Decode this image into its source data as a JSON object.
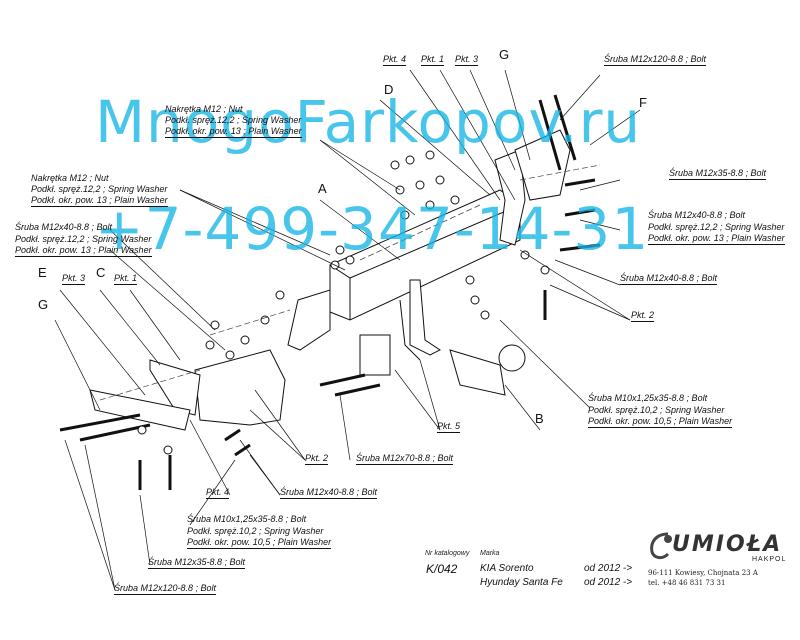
{
  "watermark": {
    "line1": "MnogoFarkopov.ru",
    "line2": "+7-499-347-14-31",
    "color": "#16b5e6"
  },
  "labels": {
    "pkt4_top": "Pkt. 4",
    "pkt1_top": "Pkt. 1",
    "pkt3_top": "Pkt. 3",
    "G_top": "G",
    "bolt_m12x120_top": "Śruba M12x120-8.8 ;  Bolt",
    "D": "D",
    "F": "F",
    "nut_top_1": "Nakrętka  M12 ; Nut",
    "nut_top_2": "Podkł. spręż.12,2 ; Spring Washer",
    "nut_top_3": "Podkł. okr. pow. 13 ; Plain Washer",
    "nut_left_1": "Nakrętka  M12 ; Nut",
    "nut_left_2": "Podkł. spręż.12,2 ; Spring Washer",
    "nut_left_3": "Podkł. okr. pow. 13 ; Plain Washer",
    "A": "A",
    "bolt_m12x35_right": "Śruba M12x35-8.8 ;  Bolt",
    "bolt_m12x40_left_1": "Śruba M12x40-8.8 ;  Bolt",
    "bolt_m12x40_left_2": "Podkł. spręż.12,2 ; Spring Washer",
    "bolt_m12x40_left_3": "Podkł. okr. pow. 13 ; Plain Washer",
    "bolt_m12x40_right_1": "Śruba M12x40-8.8 ;  Bolt",
    "bolt_m12x40_right_2": "Podkł. spręż.12,2 ; Spring Washer",
    "bolt_m12x40_right_3": "Podkł. okr. pow. 13 ; Plain Washer",
    "bolt_m12x40_right_b": "Śruba M12x40-8.8 ;  Bolt",
    "E": "E",
    "pkt3_left": "Pkt. 3",
    "C": "C",
    "pkt1_left": "Pkt. 1",
    "G_left": "G",
    "pkt2_right": "Pkt. 2",
    "bolt_m10_right_1": "Śruba M10x1,25x35-8.8 ;  Bolt",
    "bolt_m10_right_2": "Podkł. spręż.10,2 ; Spring Washer",
    "bolt_m10_right_3": "Podkł. okr. pow. 10,5 ; Plain Washer",
    "B": "B",
    "pkt5": "Pkt. 5",
    "bolt_m12x70": "Śruba M12x70-8.8 ;  Bolt",
    "pkt2_mid": "Pkt. 2",
    "bolt_m12x40_mid": "Śruba M12x40-8.8 ;  Bolt",
    "pkt4_mid": "Pkt. 4",
    "bolt_m10_mid_1": "Śruba M10x1,25x35-8.8 ;  Bolt",
    "bolt_m10_mid_2": "Podkł. spręż.10,2 ; Spring Washer",
    "bolt_m10_mid_3": "Podkł. okr. pow. 10,5 ; Plain Washer",
    "bolt_m12x35_bottom": "Śruba M12x35-8.8 ;  Bolt",
    "bolt_m12x120_bottom": "Śruba M12x120-8.8 ;  Bolt"
  },
  "catalog": {
    "nr_label": "Nr katalogowy",
    "nr_value": "K/042",
    "marka_label": "Marka",
    "models": [
      {
        "name": "KIA Sorento",
        "year": "od  2012 ->"
      },
      {
        "name": "Hyunday Santa Fe",
        "year": "od  2012 ->"
      }
    ]
  },
  "brand": {
    "logo": "UMIOŁA",
    "sub": "HAKPOL",
    "address": "96-111 Kowiesy, Chojnata 23 A",
    "tel": "tel. +48 46 831 73 31"
  }
}
